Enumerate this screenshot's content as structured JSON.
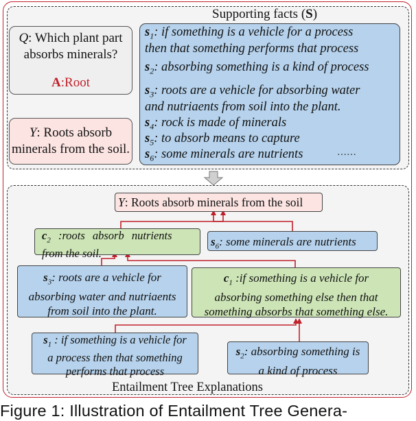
{
  "top_panel": {
    "title_prefix": "Supporting facts (",
    "title_symbol": "S",
    "title_suffix": ")"
  },
  "question": {
    "q_label": "Q",
    "q_text_1": ": Which plant part",
    "q_text_2": "absorbs minerals?",
    "a_label": "A",
    "a_text": ":Root"
  },
  "hypothesis": {
    "label": "Y",
    "line1": ": Roots absorb",
    "line2": "minerals from the soil."
  },
  "supporting_facts": [
    {
      "sym": "s",
      "sub": "1",
      "lines": [
        ": if something is a vehicle for a process",
        "then that something performs that process"
      ]
    },
    {
      "sym": "s",
      "sub": "2",
      "lines": [
        ": absorbing something is a kind of process"
      ]
    },
    {
      "sym": "s",
      "sub": "3",
      "lines": [
        ": roots are a vehicle for absorbing water",
        "and nutriaents from soil into the plant."
      ]
    },
    {
      "sym": "s",
      "sub": "4",
      "lines": [
        ": rock is made of minerals"
      ]
    },
    {
      "sym": "s",
      "sub": "5",
      "lines": [
        ": to absorb means to capture"
      ]
    },
    {
      "sym": "s",
      "sub": "6",
      "lines": [
        ": some minerals are nutrients"
      ]
    }
  ],
  "ellipsis": "……",
  "bottom_panel": {
    "title": "Entailment Tree Explanations"
  },
  "tree": {
    "root": {
      "label": "Y",
      "text": ": Roots absorb minerals from the soil"
    },
    "c2": {
      "sym": "c",
      "sub": "2",
      "line1": " :roots absorb nutrients",
      "line2": "from the soil."
    },
    "s6": {
      "sym": "s",
      "sub": "6",
      "text": ": some minerals are nutrients"
    },
    "s3": {
      "sym": "s",
      "sub": "3",
      "line1": ": roots are a vehicle for",
      "line2": "absorbing water and nutriaents",
      "line3": "from soil into the plant."
    },
    "c1": {
      "sym": "c",
      "sub": "1",
      "line1": " :if something is a vehicle for",
      "line2": "absorbing something else then that",
      "line3": "something absorbs that something else."
    },
    "s1": {
      "sym": "s",
      "sub": "1",
      "line1": " : if something is a vehicle for",
      "line2": "a process then that something",
      "line3": "performs that process"
    },
    "s2": {
      "sym": "s",
      "sub": "2",
      "line1": ": absorbing something is",
      "line2": "a kind of process"
    }
  },
  "caption": "Figure 1: Illustration of Entailment Tree Genera-"
}
